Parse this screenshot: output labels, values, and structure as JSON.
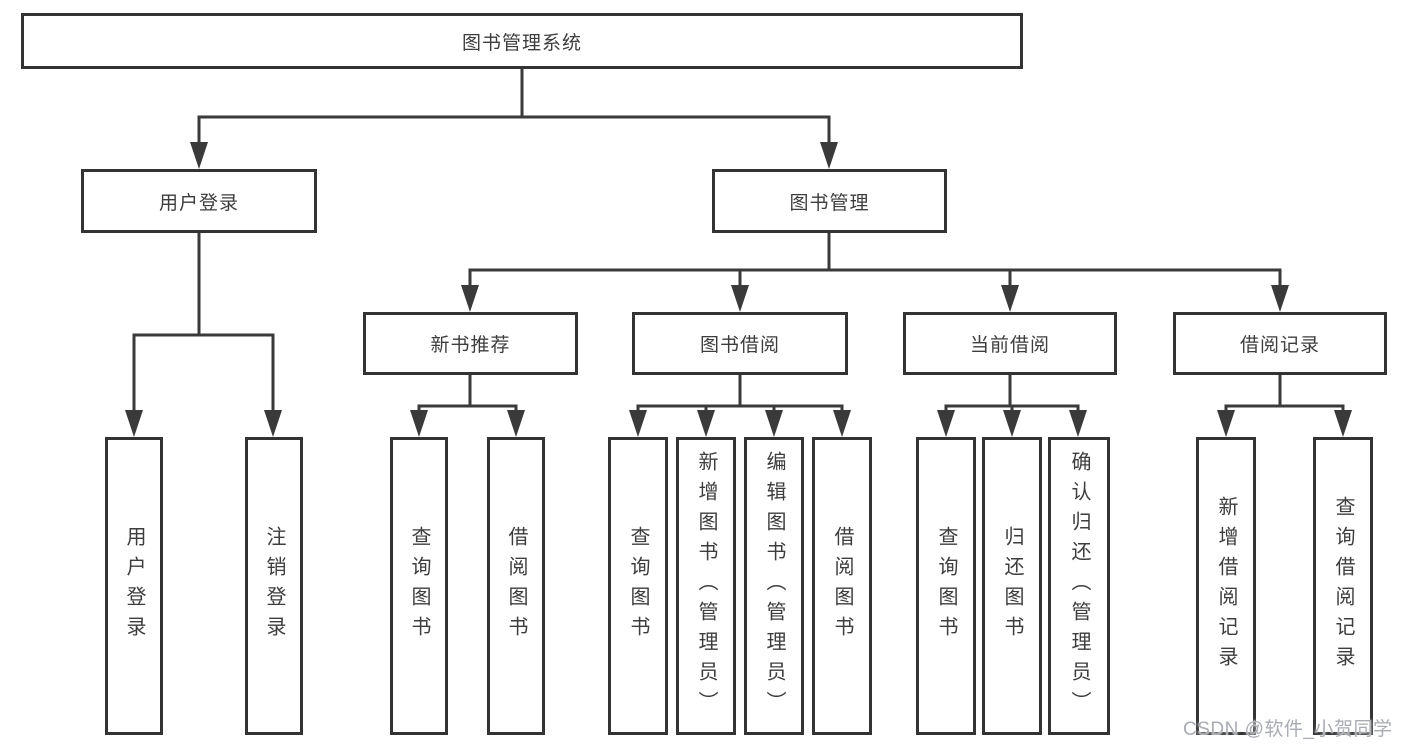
{
  "diagram_type": "hierarchy-tree",
  "colors": {
    "line": "#3a3a3a",
    "border": "#333333",
    "box_background": "#ffffff",
    "text": "#3d3d3d",
    "watermark_text": "#a8acb2"
  },
  "nodes": {
    "root": "图书管理系统",
    "user_login": "用户登录",
    "book_mgmt": "图书管理",
    "new_book_rec": "新书推荐",
    "book_borrow": "图书借阅",
    "current_borrow": "当前借阅",
    "borrow_records": "借阅记录",
    "leaf_user_login": "用户登录",
    "leaf_logout": "注销登录",
    "leaf_nbr_query": "查询图书",
    "leaf_nbr_borrow": "借阅图书",
    "leaf_bb_query": "查询图书",
    "leaf_bb_add": "新增图书（管理员）",
    "leaf_bb_edit": "编辑图书（管理员）",
    "leaf_bb_borrow": "借阅图书",
    "leaf_cb_query": "查询图书",
    "leaf_cb_return": "归还图书",
    "leaf_cb_confirm": "确认归还（管理员）",
    "leaf_br_add": "新增借阅记录",
    "leaf_br_query": "查询借阅记录"
  },
  "watermark": "CSDN @软件_小贺同学"
}
